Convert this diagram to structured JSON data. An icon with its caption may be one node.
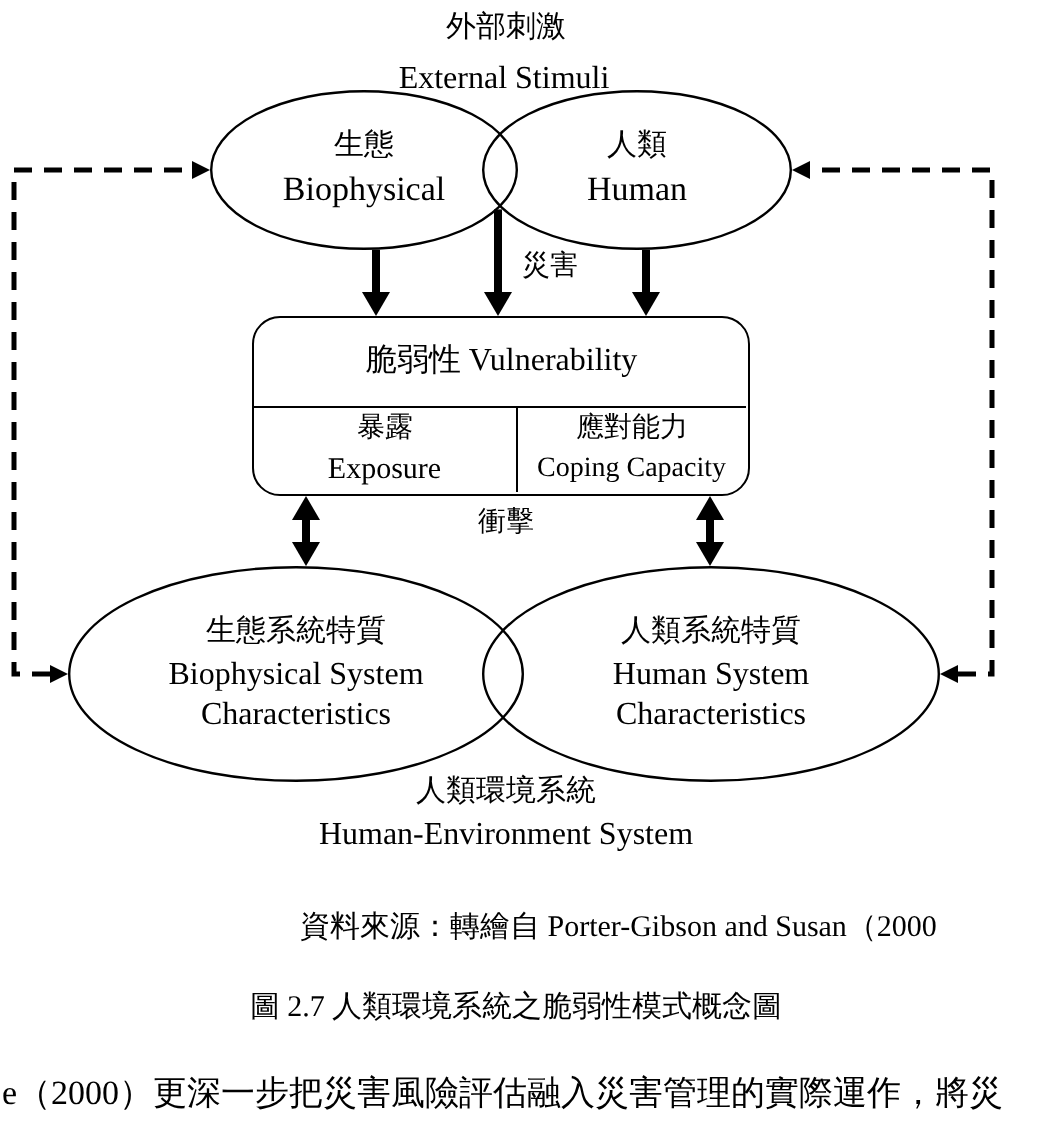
{
  "diagram": {
    "caption": "圖 2.7 人類環境系統之脆弱性模式概念圖",
    "nodes": [
      {
        "text": [
          "生態",
          "Biophysical"
        ]
      },
      {
        "text": [
          "人類",
          "Human"
        ]
      },
      {
        "text": [
          "脆弱性 Vulnerability"
        ]
      },
      {
        "text": [
          "暴露",
          "Exposure"
        ],
        "in": 2
      },
      {
        "text": [
          "應對能力",
          "Coping Capacity"
        ],
        "in": 2
      },
      {
        "text": [
          "生態系統特質",
          "Biophysical System Characteristics"
        ]
      },
      {
        "text": [
          "人類系統特質",
          "Human System Characteristics"
        ]
      }
    ],
    "edges": [
      {
        "from": 0,
        "to": 2,
        "arrow": "to"
      },
      {
        "from": 0,
        "to": 2,
        "arrow": "to",
        "label": "災害"
      },
      {
        "from": 1,
        "to": 2,
        "arrow": "to"
      },
      {
        "from": 3,
        "to": 5,
        "arrow": "both"
      },
      {
        "from": 4,
        "to": 6,
        "arrow": "both"
      },
      {
        "from": 5,
        "to": 0,
        "arrow": "both",
        "style": "dashed"
      },
      {
        "from": 6,
        "to": 1,
        "arrow": "both",
        "style": "dashed"
      }
    ],
    "labels": [
      "外部刺激",
      "External Stimuli",
      "衝擊",
      "人類環境系統",
      "Human-Environment System",
      "資料來源：轉繪自 Porter-Gibson and Susan（2000",
      "e（2000）更深一步把災害風險評估融入災害管理的實際運作，將災"
    ]
  }
}
